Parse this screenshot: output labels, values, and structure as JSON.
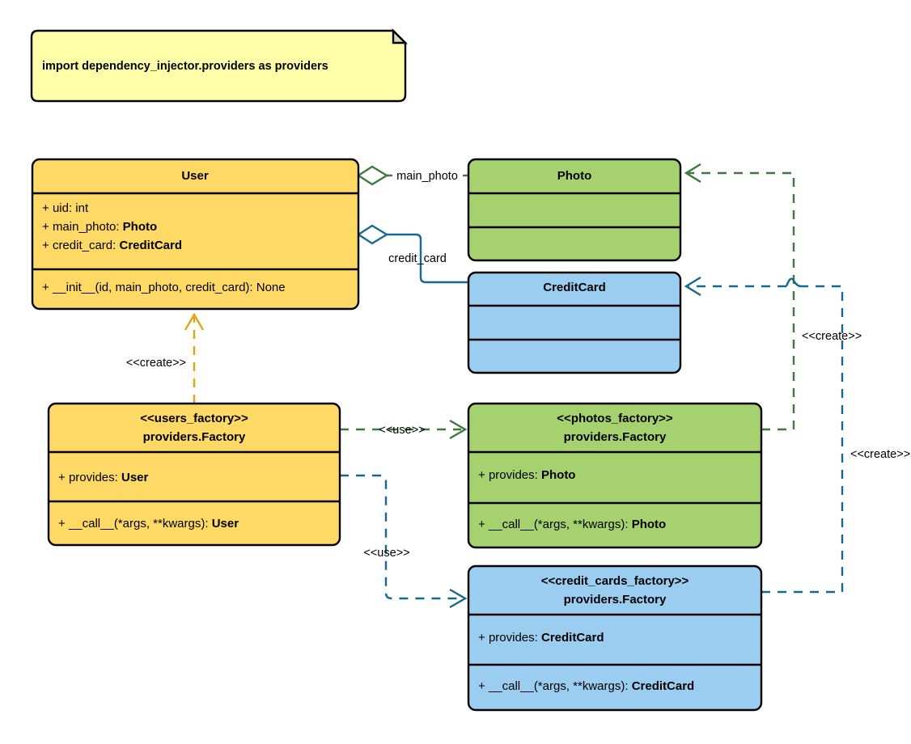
{
  "diagram": {
    "title": "Dependency Injector Factory providers UML class diagram",
    "background": "#ffffff"
  },
  "palette": {
    "yellow_fill": "#FFD966",
    "green_fill": "#A5D16F",
    "blue_fill": "#9ACDEF",
    "note_fill": "#FFFFAA",
    "note_fold": "#D9D9B0",
    "border": "#000000",
    "green_edge": "#3C7A3C",
    "blue_edge": "#13698F",
    "amber_edge": "#E0A516"
  },
  "note": {
    "name": "import-note",
    "text": "import dependency_injector.providers as providers"
  },
  "classes": [
    {
      "id": "user",
      "name": "User",
      "fill": "#FFD966",
      "attributes": [
        {
          "prefix": "+ ",
          "label": "uid: ",
          "type": "int",
          "type_bold": false
        },
        {
          "prefix": "+ ",
          "label": "main_photo: ",
          "type": "Photo",
          "type_bold": true
        },
        {
          "prefix": "+ ",
          "label": "credit_card: ",
          "type": "CreditCard",
          "type_bold": true
        }
      ],
      "methods": [
        {
          "prefix": "+ ",
          "label": "__init__(id, main_photo, credit_card): ",
          "type": "None",
          "type_bold": false
        }
      ]
    },
    {
      "id": "photo",
      "name": "Photo",
      "fill": "#A5D16F",
      "attributes": [],
      "methods": []
    },
    {
      "id": "credit_card",
      "name": "CreditCard",
      "fill": "#9ACDEF",
      "attributes": [],
      "methods": []
    },
    {
      "id": "users_factory",
      "stereotype": "<<users_factory>>",
      "name": "providers.Factory",
      "fill": "#FFD966",
      "attributes": [
        {
          "prefix": "+ ",
          "label": "provides: ",
          "type": "User",
          "type_bold": true
        }
      ],
      "methods": [
        {
          "prefix": "+ ",
          "label": "__call__(*args, **kwargs): ",
          "type": "User",
          "type_bold": true
        }
      ]
    },
    {
      "id": "photos_factory",
      "stereotype": "<<photos_factory>>",
      "name": "providers.Factory",
      "fill": "#A5D16F",
      "attributes": [
        {
          "prefix": "+ ",
          "label": "provides: ",
          "type": "Photo",
          "type_bold": true
        }
      ],
      "methods": [
        {
          "prefix": "+ ",
          "label": "__call__(*args, **kwargs): ",
          "type": "Photo",
          "type_bold": true
        }
      ]
    },
    {
      "id": "credit_cards_factory",
      "stereotype": "<<credit_cards_factory>>",
      "name": "providers.Factory",
      "fill": "#9ACDEF",
      "attributes": [
        {
          "prefix": "+ ",
          "label": "provides: ",
          "type": "CreditCard",
          "type_bold": true
        }
      ],
      "methods": [
        {
          "prefix": "+ ",
          "label": "__call__(*args, **kwargs): ",
          "type": "CreditCard",
          "type_bold": true
        }
      ]
    }
  ],
  "relations": [
    {
      "id": "user-main-photo",
      "kind": "aggregation",
      "from": "user",
      "to": "photo",
      "label": "main_photo",
      "color": "#3C7A3C"
    },
    {
      "id": "user-credit-card",
      "kind": "aggregation",
      "from": "user",
      "to": "credit_card",
      "label": "credit_card",
      "color": "#13698F"
    },
    {
      "id": "users-factory-creates-user",
      "kind": "dependency",
      "from": "users_factory",
      "to": "user",
      "label": "<<create>>",
      "color": "#E0A516"
    },
    {
      "id": "users-factory-uses-photos-factory",
      "kind": "dependency",
      "from": "users_factory",
      "to": "photos_factory",
      "label": "<<use>>",
      "color": "#3C7A3C"
    },
    {
      "id": "users-factory-uses-credit-cards-factory",
      "kind": "dependency",
      "from": "users_factory",
      "to": "credit_cards_factory",
      "label": "<<use>>",
      "color": "#13698F"
    },
    {
      "id": "photos-factory-creates-photo",
      "kind": "dependency",
      "from": "photos_factory",
      "to": "photo",
      "label": "<<create>>",
      "color": "#3C7A3C"
    },
    {
      "id": "credit-cards-factory-creates-credit-card",
      "kind": "dependency",
      "from": "credit_cards_factory",
      "to": "credit_card",
      "label": "<<create>>",
      "color": "#13698F"
    }
  ]
}
